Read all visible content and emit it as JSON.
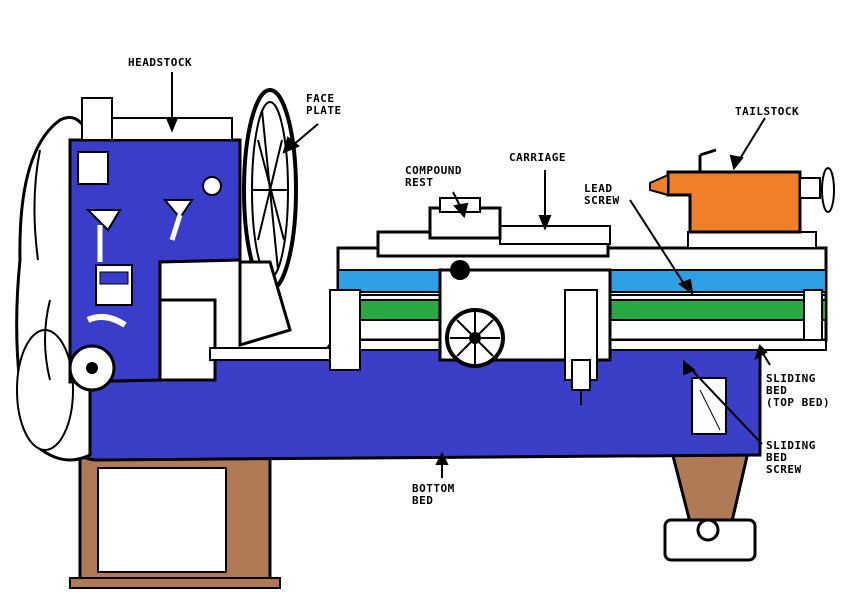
{
  "labels": {
    "headstock": [
      "HEADSTOCK"
    ],
    "face_plate": [
      "FACE",
      "PLATE"
    ],
    "compound_rest": [
      "COMPOUND",
      "REST"
    ],
    "carriage": [
      "CARRIAGE"
    ],
    "lead_screw": [
      "LEAD",
      "SCREW"
    ],
    "tailstock": [
      "TAILSTOCK"
    ],
    "sliding_bed_top": [
      "SLIDING",
      "BED",
      "(TOP BED)"
    ],
    "sliding_bed_screw": [
      "SLIDING",
      "BED",
      "SCREW"
    ],
    "bottom_bed": [
      "BOTTOM",
      "BED"
    ]
  },
  "colors": {
    "bed_blue": "#3b3fc8",
    "headstock_blue": "#3a3dc9",
    "ways_cyan": "#2f9fe6",
    "saddle_green": "#2aa844",
    "tailstock_orange": "#f07f2a",
    "stand_brown": "#b07a56",
    "outline": "#000000"
  }
}
